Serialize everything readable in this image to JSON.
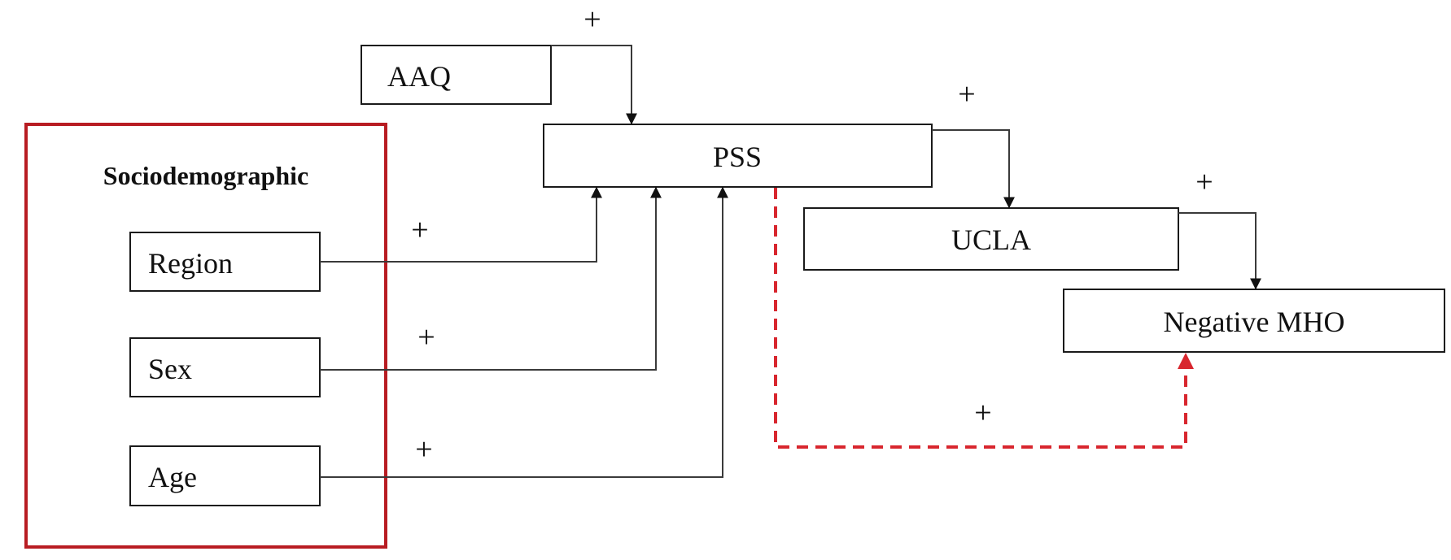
{
  "colors": {
    "group_border": "#b81c22",
    "dashed_edge": "#d8262e",
    "edge": "#3a3a3a",
    "text": "#111111"
  },
  "group": {
    "label": "Sociodemographic"
  },
  "nodes": {
    "aaq": "AAQ",
    "pss": "PSS",
    "ucla": "UCLA",
    "negative_mho": "Negative MHO",
    "region": "Region",
    "sex": "Sex",
    "age": "Age"
  },
  "edges": [
    {
      "from": "AAQ",
      "to": "PSS",
      "sign": "+",
      "style": "solid"
    },
    {
      "from": "PSS",
      "to": "UCLA",
      "sign": "+",
      "style": "solid"
    },
    {
      "from": "UCLA",
      "to": "Negative MHO",
      "sign": "+",
      "style": "solid"
    },
    {
      "from": "Region",
      "to": "PSS",
      "sign": "+",
      "style": "solid"
    },
    {
      "from": "Sex",
      "to": "PSS",
      "sign": "+",
      "style": "solid"
    },
    {
      "from": "Age",
      "to": "PSS",
      "sign": "+",
      "style": "solid"
    },
    {
      "from": "PSS",
      "to": "Negative MHO",
      "sign": "+",
      "style": "dashed"
    }
  ]
}
